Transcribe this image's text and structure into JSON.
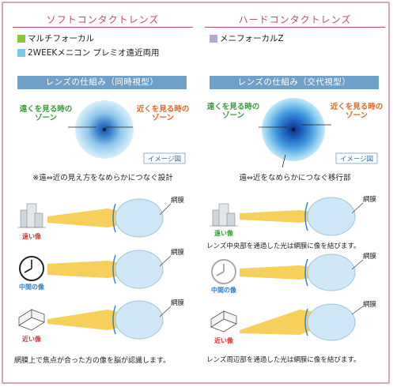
{
  "left": {
    "title": "ソフトコンタクトレンズ",
    "legend": [
      {
        "label": "マルチフォーカル",
        "color": "#8cc63f"
      },
      {
        "label": "2WEEKメニコン プレミオ遠近両用",
        "color": "#7ac8e8"
      }
    ],
    "bar_label": "レンズの仕組み（同時視型）",
    "far_zone": [
      "遠くを見る時の",
      "ゾーン"
    ],
    "near_zone": [
      "近くを見る時の",
      "ゾーン"
    ],
    "image_tag": "イメージ図",
    "note": "※遠⇔近の見え方をなめらかにつなぐ設計",
    "rows": [
      {
        "label": "遠い像",
        "retina": "網膜"
      },
      {
        "label": "中間の像",
        "retina": "網膜"
      },
      {
        "label": "近い像",
        "retina": "網膜"
      }
    ],
    "caption": "網膜上で焦点が合った方の像を脳が認識します。"
  },
  "right": {
    "title": "ハードコンタクトレンズ",
    "legend": [
      {
        "label": "メニフォーカルZ",
        "color": "#b9a7d0"
      }
    ],
    "bar_label": "レンズの仕組み（交代視型）",
    "far_zone": [
      "遠くを見る時の",
      "ゾーン"
    ],
    "near_zone": [
      "近くを見る時の",
      "ゾーン"
    ],
    "image_tag": "イメージ図",
    "note": "遠⇔近をなめらかにつなぐ移行部",
    "rows": [
      {
        "label": "遠い像",
        "retina": "網膜"
      },
      {
        "label": "中間の像",
        "retina": "網膜"
      },
      {
        "label": "近い像",
        "retina": "網膜"
      }
    ],
    "caption_center": "レンズ中央部を通過した光は網膜に像を結びます。",
    "caption_edge": "レンズ周辺部を通過した光は網膜に像を結びます。"
  },
  "colors": {
    "accent_pink": "#c24a6b",
    "bar_blue": "#6fa0c8",
    "far_green": "#3a9a3a",
    "near_orange": "#e0682a",
    "label_blue": "#2c7fc0",
    "label_red": "#d9383a",
    "frame": "#d7a4b9"
  }
}
